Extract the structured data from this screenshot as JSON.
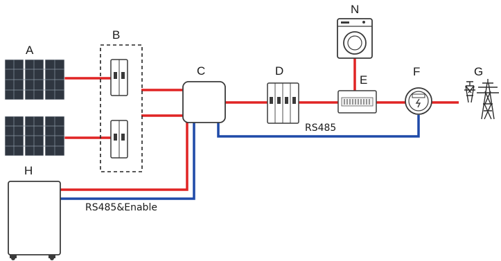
{
  "labels": {
    "pv_array": "A",
    "dc_switch_box": "B",
    "inverter": "C",
    "ac_breaker": "D",
    "distribution_box": "E",
    "energy_meter": "F",
    "grid": "G",
    "battery": "H",
    "load": "N"
  },
  "comm_links": {
    "meter_link": "RS485",
    "battery_link": "RS485&Enable"
  },
  "colors": {
    "power_line": "#e02424",
    "comm_line": "#1f4aa8",
    "component_outline": "#3a3a3a",
    "panel_cell": "#2f3640"
  },
  "icons": {
    "pv_array": "solar-panel-icon",
    "dc_switch_box": "dc-breaker-icon",
    "inverter": "inverter-icon",
    "ac_breaker": "ac-breaker-icon",
    "distribution_box": "distribution-box-icon",
    "energy_meter": "energy-meter-icon",
    "grid": "transmission-tower-icon",
    "battery": "battery-cabinet-icon",
    "load": "washing-machine-icon"
  }
}
